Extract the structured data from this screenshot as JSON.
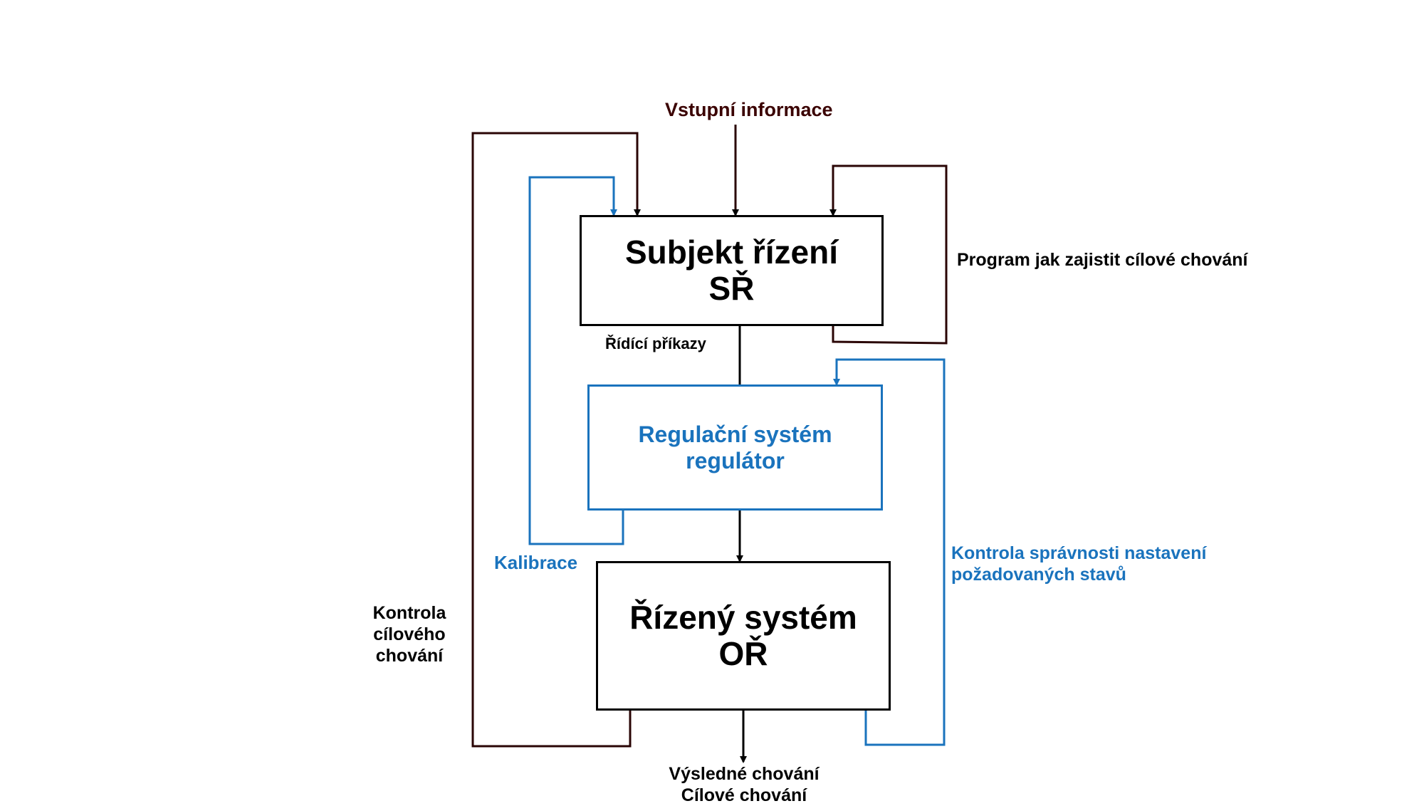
{
  "input": {
    "label": "Vstupní informace"
  },
  "boxes": {
    "subject": {
      "line1": "Subjekt řízení",
      "line2": "SŘ"
    },
    "regulator": {
      "line1": "Regulační systém",
      "line2": "regulátor"
    },
    "controlled": {
      "line1": "Řízený systém",
      "line2": "OŘ"
    }
  },
  "labels": {
    "program": "Program jak zajistit cílové chování",
    "commands": "Řídící příkazy",
    "calibration": "Kalibrace",
    "check_settings": {
      "line1": "Kontrola správnosti nastavení",
      "line2": "požadovaných stavů"
    },
    "check_goal": {
      "line1": "Kontrola",
      "line2": "cílového",
      "line3": "chování"
    },
    "output": {
      "line1": "Výsledné chování",
      "line2": "Cílové chování"
    }
  },
  "colors": {
    "black": "#000000",
    "dark_red": "#3a0000",
    "blue": "#1a73bd"
  }
}
